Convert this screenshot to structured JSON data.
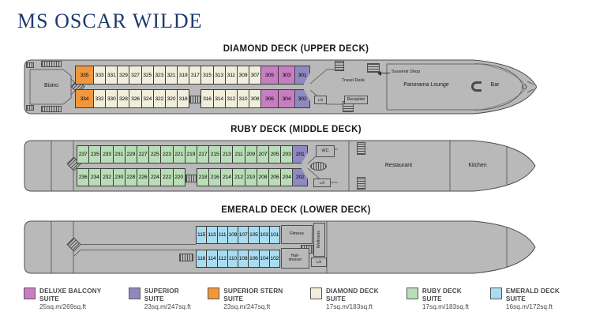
{
  "title": "MS OSCAR WILDE",
  "colors": {
    "title_navy": "#1e3a6d",
    "hull_gray": "#b9b9b9",
    "deluxe_balcony_suite": "#c97dc1",
    "superior_suite": "#8f89c1",
    "superior_stern_suite": "#f0973e",
    "diamond_deck_suite": "#f2eedd",
    "ruby_deck_suite": "#b9ddb6",
    "emerald_deck_suite": "#aadcf0"
  },
  "decks": {
    "diamond": {
      "label": "DIAMOND DECK (UPPER DECK)",
      "rooms": {
        "bistro": "Bistro",
        "travel_desk": "Travel Desk",
        "reception": "Reception",
        "souvenir_shop": "Souvenir Shop",
        "panorama_lounge": "Panorama Lounge",
        "bar": "Bar",
        "lift": "Lift"
      },
      "cabins_top": [
        {
          "n": "335",
          "t": "stern"
        },
        {
          "n": "333",
          "t": "diamond"
        },
        {
          "n": "331",
          "t": "diamond"
        },
        {
          "n": "329",
          "t": "diamond"
        },
        {
          "n": "327",
          "t": "diamond"
        },
        {
          "n": "325",
          "t": "diamond"
        },
        {
          "n": "323",
          "t": "diamond"
        },
        {
          "n": "321",
          "t": "diamond"
        },
        {
          "n": "319",
          "t": "diamond"
        },
        {
          "n": "317",
          "t": "diamond"
        },
        {
          "n": "315",
          "t": "diamond"
        },
        {
          "n": "313",
          "t": "diamond"
        },
        {
          "n": "311",
          "t": "diamond"
        },
        {
          "n": "309",
          "t": "diamond"
        },
        {
          "n": "307",
          "t": "diamond"
        },
        {
          "n": "305",
          "t": "deluxe"
        },
        {
          "n": "303",
          "t": "deluxe"
        },
        {
          "n": "301",
          "t": "superior"
        }
      ],
      "cabins_bottom": [
        {
          "n": "334",
          "t": "stern"
        },
        {
          "n": "332",
          "t": "diamond"
        },
        {
          "n": "330",
          "t": "diamond"
        },
        {
          "n": "328",
          "t": "diamond"
        },
        {
          "n": "326",
          "t": "diamond"
        },
        {
          "n": "324",
          "t": "diamond"
        },
        {
          "n": "322",
          "t": "diamond"
        },
        {
          "n": "320",
          "t": "diamond"
        },
        {
          "n": "318",
          "t": "diamond"
        },
        {
          "t": "gap"
        },
        {
          "n": "316",
          "t": "diamond"
        },
        {
          "n": "314",
          "t": "diamond"
        },
        {
          "n": "312",
          "t": "diamond"
        },
        {
          "n": "310",
          "t": "diamond"
        },
        {
          "n": "308",
          "t": "diamond"
        },
        {
          "n": "306",
          "t": "deluxe"
        },
        {
          "n": "304",
          "t": "deluxe"
        },
        {
          "n": "302",
          "t": "superior"
        }
      ]
    },
    "ruby": {
      "label": "RUBY DECK (MIDDLE DECK)",
      "rooms": {
        "wc": "WC",
        "lift": "Lift",
        "restaurant": "Restaurant",
        "kitchen": "Kitchen"
      },
      "cabins_top": [
        {
          "n": "237",
          "t": "ruby"
        },
        {
          "n": "235",
          "t": "ruby"
        },
        {
          "n": "233",
          "t": "ruby"
        },
        {
          "n": "231",
          "t": "ruby"
        },
        {
          "n": "229",
          "t": "ruby"
        },
        {
          "n": "227",
          "t": "ruby"
        },
        {
          "n": "225",
          "t": "ruby"
        },
        {
          "n": "223",
          "t": "ruby"
        },
        {
          "n": "221",
          "t": "ruby"
        },
        {
          "n": "219",
          "t": "ruby"
        },
        {
          "n": "217",
          "t": "ruby"
        },
        {
          "n": "215",
          "t": "ruby"
        },
        {
          "n": "213",
          "t": "ruby"
        },
        {
          "n": "211",
          "t": "ruby"
        },
        {
          "n": "209",
          "t": "ruby"
        },
        {
          "n": "207",
          "t": "ruby"
        },
        {
          "n": "205",
          "t": "ruby"
        },
        {
          "n": "203",
          "t": "ruby"
        },
        {
          "n": "201",
          "t": "superior"
        }
      ],
      "cabins_bottom": [
        {
          "n": "236",
          "t": "ruby"
        },
        {
          "n": "234",
          "t": "ruby"
        },
        {
          "n": "232",
          "t": "ruby"
        },
        {
          "n": "230",
          "t": "ruby"
        },
        {
          "n": "228",
          "t": "ruby"
        },
        {
          "n": "226",
          "t": "ruby"
        },
        {
          "n": "224",
          "t": "ruby"
        },
        {
          "n": "222",
          "t": "ruby"
        },
        {
          "n": "220",
          "t": "ruby"
        },
        {
          "t": "gap"
        },
        {
          "n": "218",
          "t": "ruby"
        },
        {
          "n": "216",
          "t": "ruby"
        },
        {
          "n": "214",
          "t": "ruby"
        },
        {
          "n": "212",
          "t": "ruby"
        },
        {
          "n": "210",
          "t": "ruby"
        },
        {
          "n": "208",
          "t": "ruby"
        },
        {
          "n": "206",
          "t": "ruby"
        },
        {
          "n": "204",
          "t": "ruby"
        },
        {
          "n": "202",
          "t": "superior"
        }
      ]
    },
    "emerald": {
      "label": "EMERALD DECK (LOWER DECK)",
      "rooms": {
        "fitness": "Fitness",
        "wellness": "Wellness",
        "hairdresser": "Hair-dresser",
        "lift": "Lift"
      },
      "cabins_top": [
        {
          "n": "115",
          "t": "emerald"
        },
        {
          "n": "113",
          "t": "emerald"
        },
        {
          "n": "111",
          "t": "emerald"
        },
        {
          "n": "109",
          "t": "emerald"
        },
        {
          "n": "107",
          "t": "emerald"
        },
        {
          "n": "105",
          "t": "emerald"
        },
        {
          "n": "103",
          "t": "emerald"
        },
        {
          "n": "101",
          "t": "emerald"
        }
      ],
      "cabins_bottom": [
        {
          "n": "116",
          "t": "emerald"
        },
        {
          "n": "114",
          "t": "emerald"
        },
        {
          "n": "112",
          "t": "emerald"
        },
        {
          "n": "110",
          "t": "emerald"
        },
        {
          "n": "108",
          "t": "emerald"
        },
        {
          "n": "106",
          "t": "emerald"
        },
        {
          "n": "104",
          "t": "emerald"
        },
        {
          "n": "102",
          "t": "emerald"
        }
      ]
    }
  },
  "legend": [
    {
      "t": "deluxe",
      "label": "DELUXE BALCONY SUITE",
      "size": "25sq.m/269sq.ft"
    },
    {
      "t": "superior",
      "label": "SUPERIOR SUITE",
      "size": "23sq.m/247sq.ft"
    },
    {
      "t": "stern",
      "label": "SUPERIOR STERN SUITE",
      "size": "23sq.m/247sq.ft"
    },
    {
      "t": "diamond",
      "label": "DIAMOND DECK SUITE",
      "size": "17sq.m/183sq.ft"
    },
    {
      "t": "ruby",
      "label": "RUBY DECK SUITE",
      "size": "17sq.m/183sq.ft"
    },
    {
      "t": "emerald",
      "label": "EMERALD DECK SUITE",
      "size": "16sq.m/172sq.ft"
    }
  ]
}
